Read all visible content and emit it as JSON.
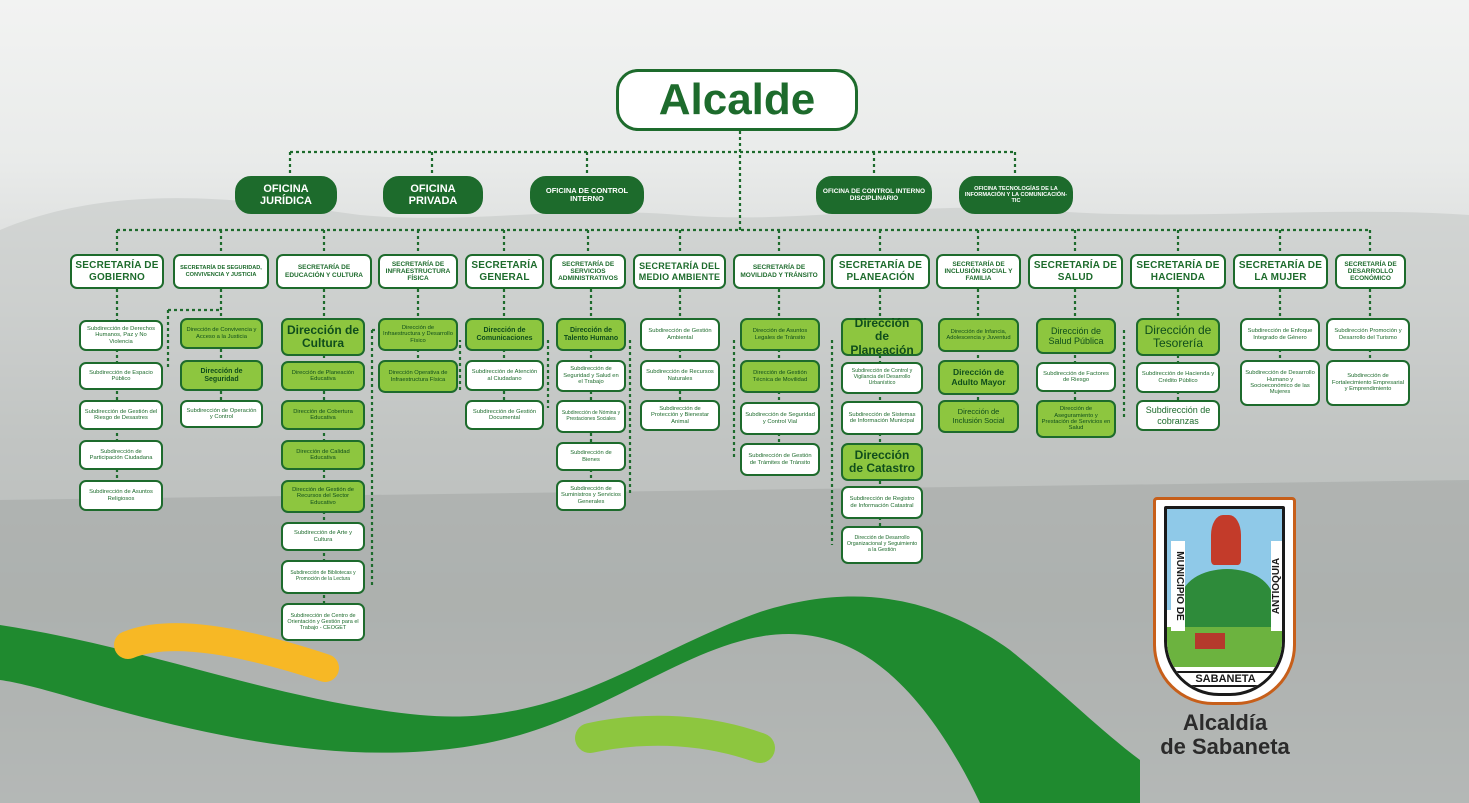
{
  "title": "Alcalde",
  "offices": [
    "OFICINA JURÍDICA",
    "OFICINA PRIVADA",
    "OFICINA DE CONTROL INTERNO",
    "OFICINA DE CONTROL INTERNO DISCIPLINARIO",
    "OFICINA TECNOLOGÍAS DE LA INFORMACIÓN Y LA COMUNICACIÓN-TIC"
  ],
  "secretariats": [
    {
      "name": "SECRETARÍA DE GOBIERNO",
      "units": [
        "Subdirección de Derechos Humanos, Paz y No Violencia",
        "Subdirección de Espacio Público",
        "Subdirección de Gestión del Riesgo de Desastres",
        "Subdirección de Participación Ciudadana",
        "Subdirección de Asuntos Religiosos"
      ]
    },
    {
      "name": "SECRETARÍA DE SEGURIDAD, CONVIVENCIA Y JUSTICIA",
      "units": [
        "Dirección de Convivencia y Acceso a la Justicia",
        "Dirección de Seguridad",
        "Subdirección de Operación y Control"
      ]
    },
    {
      "name": "SECRETARÍA DE EDUCACIÓN Y CULTURA",
      "units": [
        "Dirección de Cultura",
        "Dirección de Planeación Educativa",
        "Dirección de Cobertura Educativa",
        "Dirección de Calidad Educativa",
        "Dirección de Gestión de Recursos del Sector Educativo",
        "Subdirección de Arte y Cultura",
        "Subdirección de Bibliotecas y Promoción de la Lectura",
        "Subdirección de Centro de Orientación y Gestión para el Trabajo - CEOGET"
      ]
    },
    {
      "name": "SECRETARÍA DE INFRAESTRUCTURA FÍSICA",
      "units": [
        "Dirección de Infraestructura y Desarrollo Físico",
        "Dirección Operativa de Infraestructura Física"
      ]
    },
    {
      "name": "SECRETARÍA GENERAL",
      "units": [
        "Dirección de Comunicaciones",
        "Subdirección de Atención al Ciudadano",
        "Subdirección de Gestión Documental"
      ]
    },
    {
      "name": "SECRETARÍA DE SERVICIOS ADMINISTRATIVOS",
      "units": [
        "Dirección de Talento Humano",
        "Subdirección de Seguridad y Salud en el Trabajo",
        "Subdirección de Nómina y Prestaciones Sociales",
        "Subdirección de Bienes",
        "Subdirección de Suministros y Servicios Generales"
      ]
    },
    {
      "name": "SECRETARÍA DEL MEDIO AMBIENTE",
      "units": [
        "Subdirección de Gestión Ambiental",
        "Subdirección de Recursos Naturales",
        "Subdirección de Protección y Bienestar Animal"
      ]
    },
    {
      "name": "SECRETARÍA DE MOVILIDAD Y TRÁNSITO",
      "units": [
        "Dirección de Asuntos Legales de Tránsito",
        "Dirección de Gestión Técnica de Movilidad",
        "Subdirección de Seguridad y Control Vial",
        "Subdirección de Gestión de Trámites de Tránsito"
      ]
    },
    {
      "name": "SECRETARÍA DE PLANEACIÓN",
      "units": [
        "Dirección de Planeación",
        "Subdirección de Control y Vigilancia del Desarrollo Urbanístico",
        "Subdirección de Sistemas de Información Municipal",
        "Dirección de Catastro",
        "Subdirección de Registro de Información Catastral",
        "Dirección de Desarrollo Organizacional y Seguimiento a la Gestión"
      ]
    },
    {
      "name": "SECRETARÍA DE INCLUSIÓN SOCIAL Y FAMILIA",
      "units": [
        "Dirección de Infancia, Adolescencia y Juventud",
        "Dirección de Adulto Mayor",
        "Dirección de Inclusión Social"
      ]
    },
    {
      "name": "SECRETARÍA DE SALUD",
      "units": [
        "Dirección de Salud Pública",
        "Subdirección de Factores de Riesgo",
        "Dirección de Aseguramiento y Prestación de Servicios en Salud"
      ]
    },
    {
      "name": "SECRETARÍA DE HACIENDA",
      "units": [
        "Dirección de Tesorería",
        "Subdirección de Hacienda y Crédito Público",
        "Subdirección de cobranzas"
      ]
    },
    {
      "name": "SECRETARÍA DE LA MUJER",
      "units": [
        "Subdirección de Enfoque Integrado de Género",
        "Subdirección de Desarrollo Humano y Socioeconómico de las Mujeres"
      ]
    },
    {
      "name": "SECRETARÍA DE DESARROLLO ECONÓMICO",
      "units": [
        "Subdirección Promoción y Desarrollo del Turismo",
        "Subdirección de Fortalecimiento Empresarial y Emprendimiento"
      ]
    }
  ],
  "logo": {
    "seal_text_left": "MUNICIPIO DE",
    "seal_text_right": "ANTIOQUIA",
    "seal_banner": "SABANETA",
    "line1": "Alcaldía",
    "line2": "de Sabaneta"
  },
  "colors": {
    "dark_green": "#1d6b2c",
    "lime": "#8dc63f",
    "yellow": "#f7b825",
    "white": "#ffffff"
  }
}
